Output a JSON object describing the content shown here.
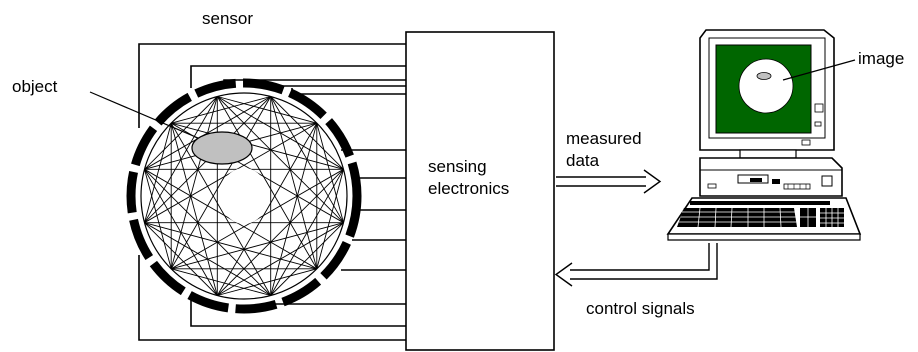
{
  "labels": {
    "sensor": "sensor",
    "object": "object",
    "sensing_line1": "sensing",
    "sensing_line2": "electronics",
    "measured_line1": "measured",
    "measured_line2": "data",
    "image": "image",
    "control_signals": "control signals"
  },
  "colors": {
    "screen": "#006600",
    "object_fill": "#c0c0c0",
    "line": "#000000"
  }
}
